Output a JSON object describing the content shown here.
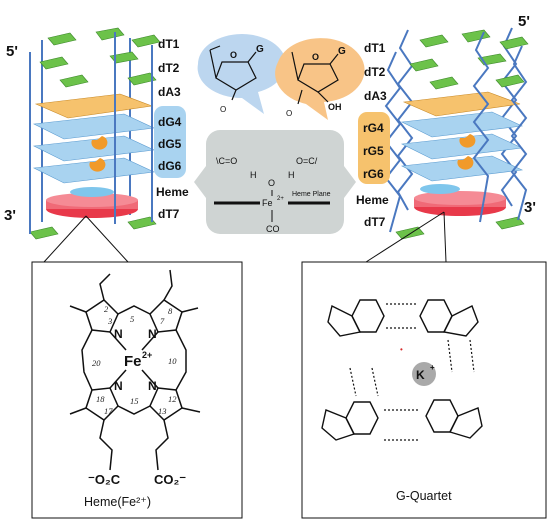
{
  "left": {
    "five_prime": "5'",
    "three_prime": "3'",
    "labels": [
      "dT1",
      "dT2",
      "dA3",
      "dG4",
      "dG5",
      "dG6",
      "Heme",
      "dT7"
    ]
  },
  "right": {
    "five_prime": "5'",
    "three_prime": "3'",
    "labels": [
      "dT1",
      "dT2",
      "dA3",
      "rG4",
      "rG5",
      "rG6",
      "Heme",
      "dT7"
    ]
  },
  "center": {
    "sugar_atoms": {
      "o": "O",
      "g": "G",
      "oh": "OH"
    },
    "carbonyl_left": "\\C=O",
    "carbonyl_right": "O=C/",
    "h": "H",
    "o": "O",
    "fe": "Fe",
    "fe_charge": "2+",
    "heme_plane": "Heme Plane",
    "co": "CO",
    "colors": {
      "deoxy_bubble": "#bcd6ef",
      "ribose_bubble": "#f8c487",
      "panel": "#cfd4d3",
      "heme": "#e8394a",
      "g_layer": "#a9d3f0",
      "a_layer": "#f6c26d",
      "t_base": "#6cc24a",
      "backbone": "#4a78c0"
    }
  },
  "heme": {
    "atoms": {
      "n": "N",
      "fe": "Fe",
      "fe_charge": "2+"
    },
    "positions": [
      "2",
      "3",
      "5",
      "7",
      "8",
      "10",
      "12",
      "13",
      "15",
      "17",
      "18",
      "20"
    ],
    "carboxylate_left": "⁻O₂C",
    "carboxylate_right": "CO₂⁻",
    "caption": "Heme(Fe²⁺)"
  },
  "gquartet": {
    "k_ion": "K",
    "k_charge": "+",
    "dot": "•",
    "caption": "G-Quartet"
  }
}
